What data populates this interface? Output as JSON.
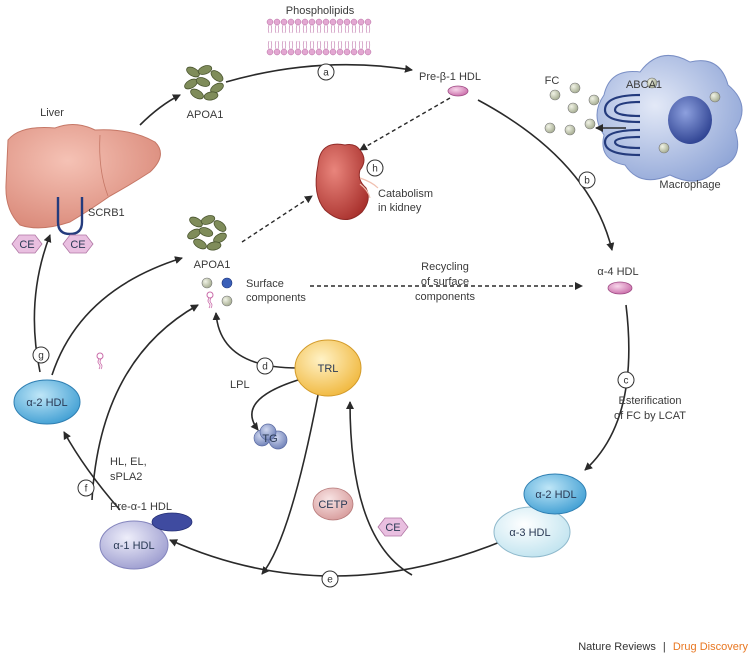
{
  "labels": {
    "phospholipids": "Phospholipids",
    "apoa1_top": "APOA1",
    "pre_beta1_hdl": "Pre-β-1 HDL",
    "fc": "FC",
    "abca1": "ABCA1",
    "macrophage": "Macrophage",
    "liver": "Liver",
    "scrb1": "SCRB1",
    "ce_liver_1": "CE",
    "ce_liver_2": "CE",
    "apoa1_mid": "APOA1",
    "catabolism_line1": "Catabolism",
    "catabolism_line2": "in kidney",
    "surface_line1": "Surface",
    "surface_line2": "components",
    "recycling_line1": "Recycling",
    "recycling_line2": "of surface",
    "recycling_line3": "components",
    "alpha4_hdl": "α-4 HDL",
    "esterification_line1": "Esterification",
    "esterification_line2": "of FC by LCAT",
    "alpha2_hdl_right": "α-2 HDL",
    "alpha3_hdl": "α-3 HDL",
    "trl": "TRL",
    "lpl": "LPL",
    "tg": "TG",
    "cetp": "CETP",
    "ce_center": "CE",
    "hl_line1": "HL, EL,",
    "hl_line2": "sPLA2",
    "pre_alpha1_hdl": "Pre-α-1 HDL",
    "alpha1_hdl": "α-1 HDL",
    "alpha2_hdl_left": "α-2 HDL"
  },
  "steps": {
    "a": "a",
    "b": "b",
    "c": "c",
    "d": "d",
    "e": "e",
    "f": "f",
    "g": "g",
    "h": "h"
  },
  "credit": {
    "journal": "Nature Reviews",
    "separator": "|",
    "section": "Drug Discovery"
  },
  "colors": {
    "arrow": "#2a2a2a",
    "liver": "#e9a394",
    "kidney": "#c7403a",
    "macrophage": "#9fb2dd",
    "nucleus": "#3c53a4",
    "pink_particle": "#d98cc0",
    "blue_particle": "#4b86c9",
    "lavender_particle": "#b8b9dc",
    "trl": "#f4c14f",
    "credit_accent": "#e87722"
  }
}
